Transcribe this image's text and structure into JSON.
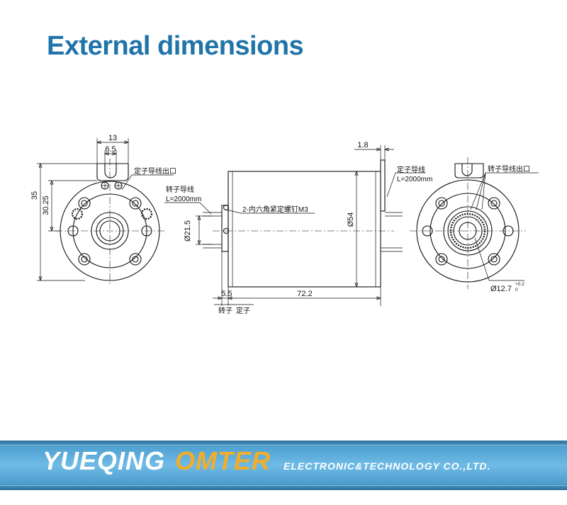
{
  "page": {
    "title": "External dimensions"
  },
  "brand": {
    "name_part1": "YUEQING",
    "name_part2": "OMTER",
    "name_part3": "ELECTRONIC&TECHNOLOGY  CO.,LTD.",
    "colors": {
      "title": "#1f74a8",
      "banner": "#5aaedd",
      "accent": "#f2ad2a"
    }
  },
  "left_view": {
    "dim_width_outer": "13",
    "dim_width_inner": "6.5",
    "dim_height_outer": "35",
    "dim_height_inner": "30.25",
    "label_stator_outlet": "定子导线出口"
  },
  "side_view": {
    "dim_flange_thickness": "1.8",
    "label_stator_wire": "定子导线",
    "label_stator_wire_length": "L=2000mm",
    "label_rotor_wire": "转子导线",
    "label_rotor_wire_length": "L=2000mm",
    "label_set_screw": "2-内六角紧定螺钉M3",
    "dim_rotor_diameter": "Ø21.5",
    "dim_body_diameter": "Ø54",
    "dim_rotor_length": "5.5",
    "dim_body_length": "72.2",
    "label_rotor": "转子",
    "label_stator": "定子"
  },
  "right_view": {
    "label_rotor_outlet": "转子导线出口",
    "dim_bore_diameter": "Ø12.7",
    "tolerance_upper": "+0.2",
    "tolerance_lower": "0"
  }
}
